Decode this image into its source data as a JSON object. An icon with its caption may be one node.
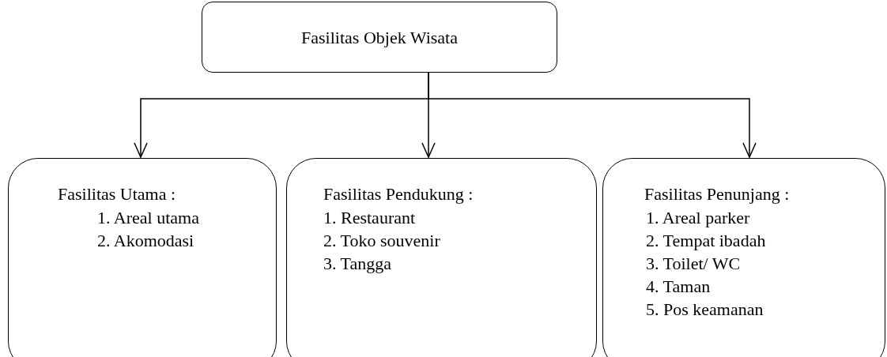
{
  "diagram": {
    "nodes": [
      {
        "text": [
          "Fasilitas Objek Wisata"
        ]
      },
      {
        "text": [
          "Fasilitas Utama :",
          "1. Areal utama",
          "2. Akomodasi"
        ]
      },
      {
        "text": [
          "Fasilitas Pendukung :",
          "1. Restaurant",
          "2. Toko souvenir",
          "3. Tangga"
        ]
      },
      {
        "text": [
          "Fasilitas Penunjang :",
          "1. Areal parker",
          "2. Tempat ibadah",
          "3. Toilet/ WC",
          "4. Taman",
          "5. Pos keamanan"
        ]
      }
    ],
    "edges": [
      {
        "from": 0,
        "to": 1,
        "arrow": "to"
      },
      {
        "from": 0,
        "to": 2,
        "arrow": "to"
      },
      {
        "from": 0,
        "to": 3,
        "arrow": "to"
      }
    ]
  }
}
